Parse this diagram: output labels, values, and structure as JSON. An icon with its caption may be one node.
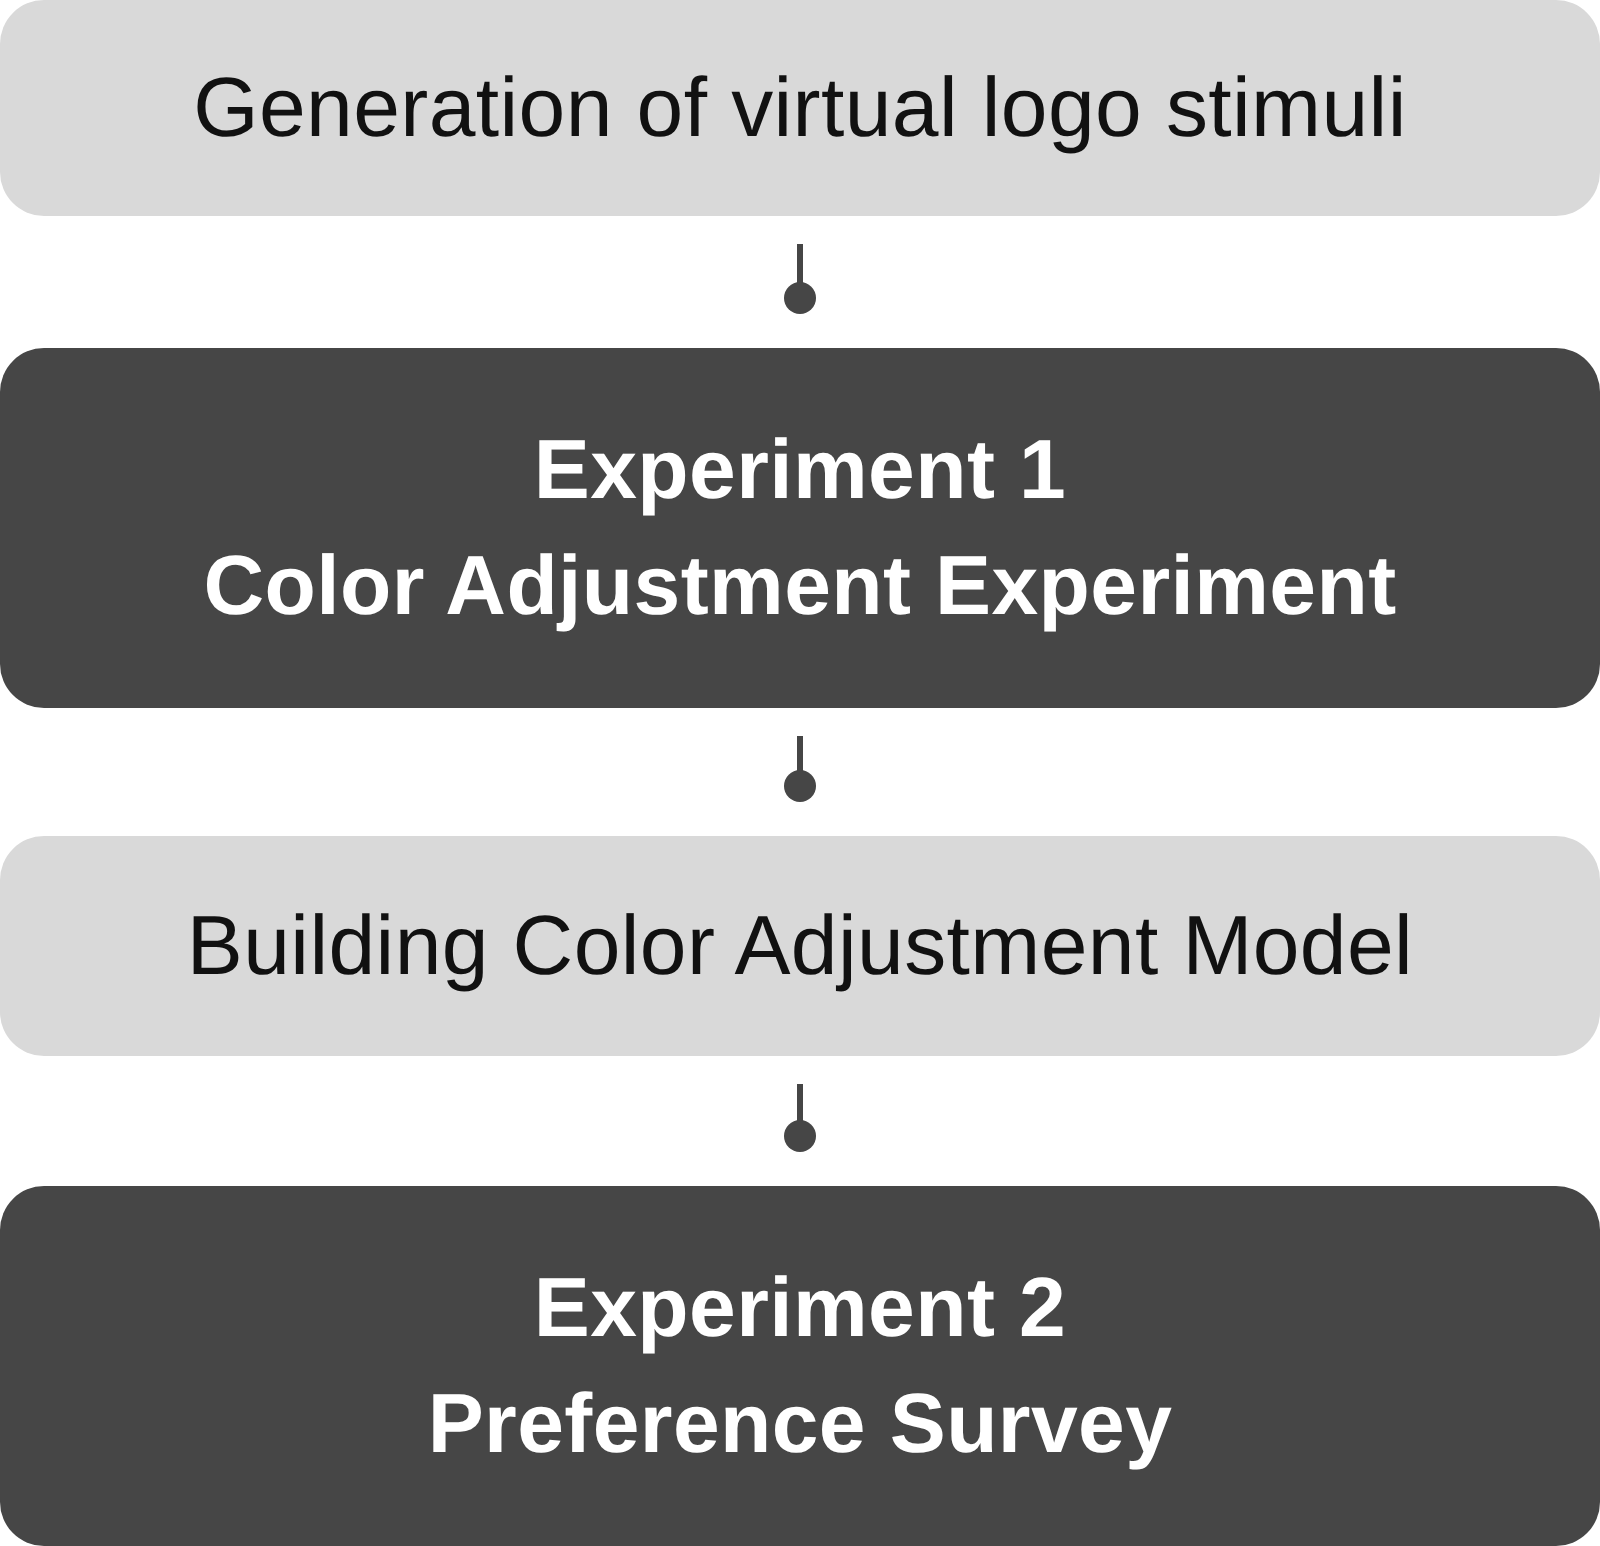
{
  "diagram": {
    "nodes": [
      {
        "text": [
          "Generation of virtual logo stimuli"
        ]
      },
      {
        "text": [
          "Experiment 1",
          "Color Adjustment Experiment"
        ]
      },
      {
        "text": [
          "Building Color Adjustment Model"
        ]
      },
      {
        "text": [
          "Experiment 2",
          "Preference Survey"
        ]
      }
    ],
    "edges": [
      {
        "from": 0,
        "to": 1,
        "arrow": "other"
      },
      {
        "from": 1,
        "to": 2,
        "arrow": "other"
      },
      {
        "from": 2,
        "to": 3,
        "arrow": "other"
      }
    ]
  }
}
